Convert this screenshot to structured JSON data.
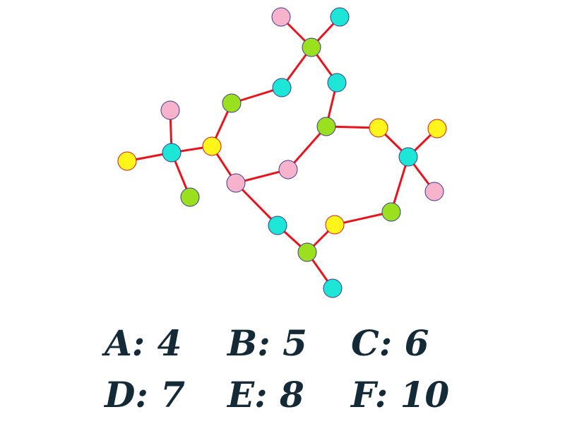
{
  "colors": {
    "edge": "#e8141c",
    "pink": "#f7b3cc",
    "cyan": "#1de6d6",
    "green": "#9ae01e",
    "yellow": "#fff51a",
    "stroke_dark": "#3a3a8c",
    "stroke_red": "#d11a1a"
  },
  "nodes": [
    {
      "id": "n1",
      "color": "pink"
    },
    {
      "id": "n2",
      "color": "cyan"
    },
    {
      "id": "n3",
      "color": "green"
    },
    {
      "id": "n4",
      "color": "cyan"
    },
    {
      "id": "n5",
      "color": "cyan"
    },
    {
      "id": "n6",
      "color": "green"
    },
    {
      "id": "n7",
      "color": "yellow"
    },
    {
      "id": "n8",
      "color": "cyan"
    },
    {
      "id": "n9",
      "color": "green"
    },
    {
      "id": "n10",
      "color": "pink"
    },
    {
      "id": "n11",
      "color": "yellow"
    },
    {
      "id": "n12",
      "color": "green"
    },
    {
      "id": "n13",
      "color": "pink"
    },
    {
      "id": "n14",
      "color": "pink"
    },
    {
      "id": "n15",
      "color": "yellow"
    },
    {
      "id": "n16",
      "color": "cyan"
    },
    {
      "id": "n17",
      "color": "yellow"
    },
    {
      "id": "n18",
      "color": "green"
    },
    {
      "id": "n19",
      "color": "yellow"
    },
    {
      "id": "n20",
      "color": "cyan"
    },
    {
      "id": "n21",
      "color": "green"
    },
    {
      "id": "n22",
      "color": "pink"
    },
    {
      "id": "n23",
      "color": "cyan"
    }
  ],
  "edges": [
    [
      "n1",
      "n3"
    ],
    [
      "n2",
      "n3"
    ],
    [
      "n3",
      "n4"
    ],
    [
      "n3",
      "n5"
    ],
    [
      "n5",
      "n6"
    ],
    [
      "n6",
      "n7"
    ],
    [
      "n4",
      "n9"
    ],
    [
      "n7",
      "n8"
    ],
    [
      "n8",
      "n10"
    ],
    [
      "n8",
      "n11"
    ],
    [
      "n8",
      "n12"
    ],
    [
      "n7",
      "n13"
    ],
    [
      "n13",
      "n14"
    ],
    [
      "n14",
      "n9"
    ],
    [
      "n9",
      "n15"
    ],
    [
      "n15",
      "n16"
    ],
    [
      "n16",
      "n17"
    ],
    [
      "n16",
      "n18"
    ],
    [
      "n16",
      "n22"
    ],
    [
      "n13",
      "n20"
    ],
    [
      "n20",
      "n21"
    ],
    [
      "n21",
      "n23"
    ],
    [
      "n21",
      "n19"
    ],
    [
      "n19",
      "n18"
    ]
  ],
  "options": [
    {
      "id": "a",
      "text": "A: 4"
    },
    {
      "id": "b",
      "text": "B: 5"
    },
    {
      "id": "c",
      "text": "C: 6"
    },
    {
      "id": "d",
      "text": "D: 7"
    },
    {
      "id": "e",
      "text": "E: 8"
    },
    {
      "id": "f",
      "text": "F: 10"
    }
  ]
}
